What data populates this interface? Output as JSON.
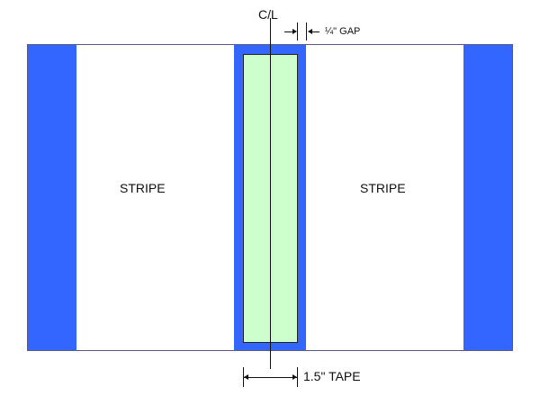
{
  "diagram": {
    "centerline_label": "C/L",
    "gap_label": "¼\" GAP",
    "tape_label": "1.5\" TAPE",
    "stripes": [
      {
        "label": "STRIPE"
      },
      {
        "label": "STRIPE"
      }
    ],
    "colors": {
      "blue": "#3366ff",
      "tape_green": "#ccffcc",
      "background": "#ffffff",
      "border": "#5a5a7a"
    }
  }
}
